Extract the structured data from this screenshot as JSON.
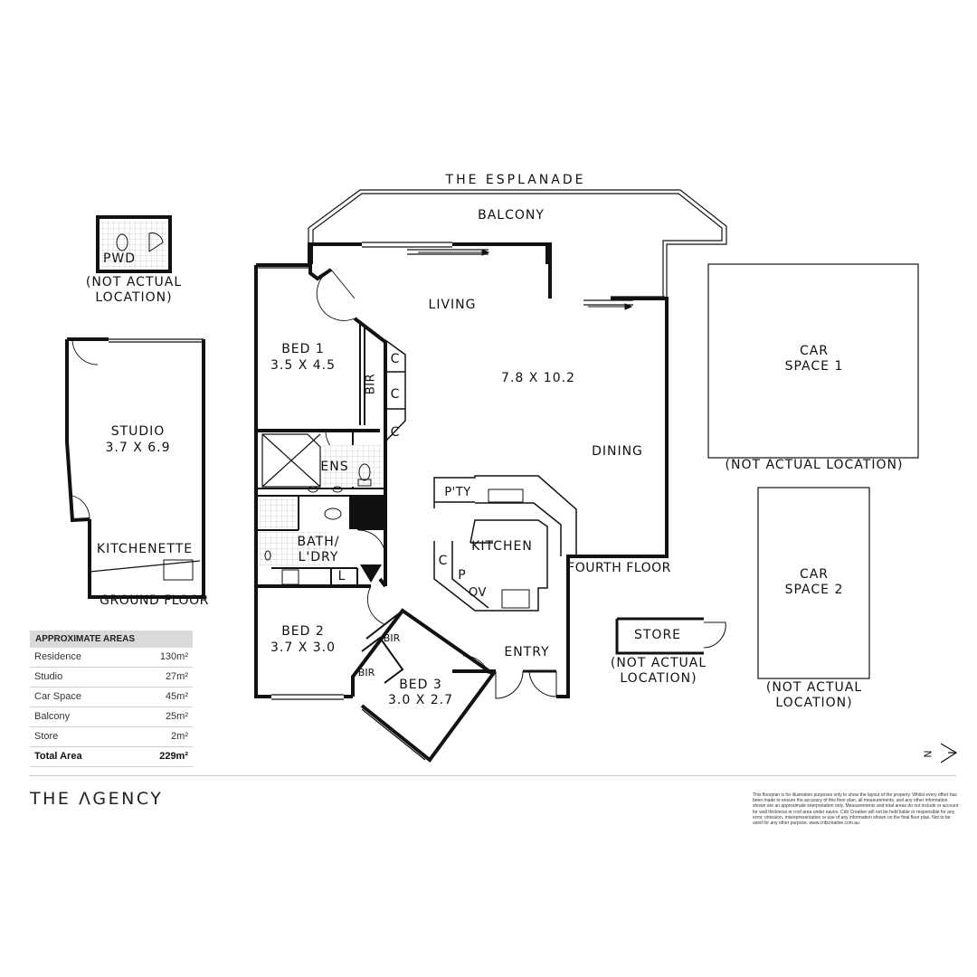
{
  "street": "THE ESPLANADE",
  "rooms": {
    "balcony": "BALCONY",
    "living": "LIVING",
    "living_dims": "7.8 X 10.2",
    "dining": "DINING",
    "bed1": "BED 1",
    "bed1_dims": "3.5 X 4.5",
    "bir": "BIR",
    "cupboard": "C",
    "ens": "ENS",
    "bath": "BATH/",
    "laundry": "L'DRY",
    "laundry_l": "L",
    "pantry": "P'TY",
    "kitchen": "KITCHEN",
    "p": "P",
    "ov": "OV",
    "bed2": "BED 2",
    "bed2_dims": "3.7 X 3.0",
    "bed3": "BED 3",
    "bed3_dims": "3.0 X 2.7",
    "entry": "ENTRY",
    "fourth_floor": "FOURTH FLOOR",
    "pwd": "PWD",
    "studio": "STUDIO",
    "studio_dims": "3.7 X 6.9",
    "kitchenette": "KITCHENETTE",
    "ground_floor": "GROUND FLOOR",
    "car1_a": "CAR",
    "car1_b": "SPACE 1",
    "car2_a": "CAR",
    "car2_b": "SPACE 2",
    "store": "STORE",
    "not_actual_a": "(NOT ACTUAL",
    "not_actual_b": "LOCATION)",
    "not_actual_full": "(NOT ACTUAL LOCATION)"
  },
  "north_label": "N",
  "areas": {
    "title": "APPROXIMATE AREAS",
    "rows": [
      {
        "label": "Residence",
        "value": "130m²"
      },
      {
        "label": "Studio",
        "value": "27m²"
      },
      {
        "label": "Car Space",
        "value": "45m²"
      },
      {
        "label": "Balcony",
        "value": "25m²"
      },
      {
        "label": "Store",
        "value": "2m²"
      }
    ],
    "total": {
      "label": "Total Area",
      "value": "229m²"
    }
  },
  "brand": "THE ΛGENCY",
  "disclaimer": "This floorplan is for illustration purposes only to show the layout of the property. Whilst every effort has been made to ensure the accuracy of this floor plan, all measurements, and any other information shown are an approximate interpretation only. Measurements and total areas do not include or account for wall thickness or roof area under eaves. Crib Creative will not be held liable or responsible for any error, omission, misrepresentation or use of any information shown on the final floor plan. Not to be used for any other purpose. www.cribcreative.com.au"
}
